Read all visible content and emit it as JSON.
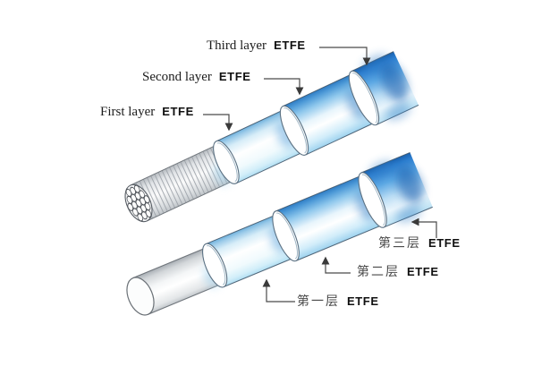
{
  "diagram": {
    "description": "Multi-layer ETFE insulated wire diagram, two cables (stranded and solid conductor)",
    "labels": {
      "en": [
        {
          "layer": "Third layer",
          "material": "ETFE"
        },
        {
          "layer": "Second layer",
          "material": "ETFE"
        },
        {
          "layer": "First layer",
          "material": "ETFE"
        }
      ],
      "zh": [
        {
          "layer": "第三层",
          "material": "ETFE"
        },
        {
          "layer": "第二层",
          "material": "ETFE"
        },
        {
          "layer": "第一层",
          "material": "ETFE"
        }
      ]
    },
    "colors": {
      "background": "#ffffff",
      "layer_blue_dark": "#1a62b0",
      "layer_blue": "#2e7cc4",
      "layer_blue_light": "#8ec7ea",
      "layer_cyan_pale": "#d7edf8",
      "conductor_gray": "#c4c9cd",
      "outline": "#43566b",
      "leader_line": "#4a4a4a",
      "text": "#1c1c1c"
    }
  }
}
